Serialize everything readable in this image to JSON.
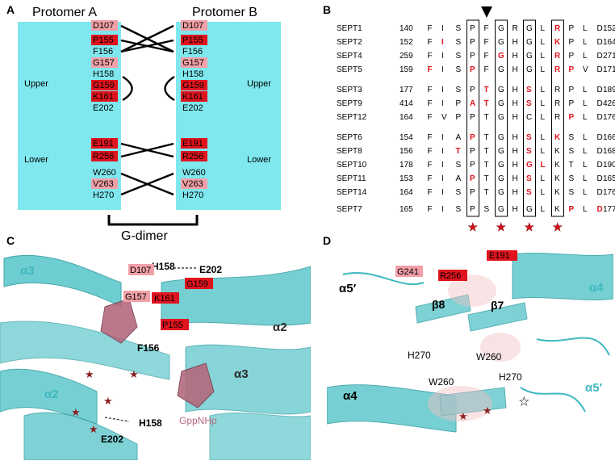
{
  "panels": {
    "A": {
      "letter": "A",
      "protomer_a": "Protomer A",
      "protomer_b": "Protomer B",
      "upper": "Upper",
      "lower": "Lower",
      "g_dimer": "G-dimer",
      "residues_a": [
        {
          "label": "D107",
          "style": "pink"
        },
        {
          "label": "P155",
          "style": "red"
        },
        {
          "label": "F156",
          "style": "plain"
        },
        {
          "label": "G157",
          "style": "pink"
        },
        {
          "label": "H158",
          "style": "plain"
        },
        {
          "label": "G159",
          "style": "red"
        },
        {
          "label": "K161",
          "style": "red"
        },
        {
          "label": "E202",
          "style": "plain"
        },
        {
          "label": "E191",
          "style": "red"
        },
        {
          "label": "R256",
          "style": "red"
        },
        {
          "label": "W260",
          "style": "plain"
        },
        {
          "label": "V263",
          "style": "pink"
        },
        {
          "label": "H270",
          "style": "plain"
        }
      ]
    },
    "B": {
      "letter": "B",
      "rows": [
        {
          "name": "SEPT1",
          "start": "140",
          "seq": [
            "F",
            "I",
            "S",
            "P",
            "F",
            "G",
            "R",
            "G",
            "L",
            "R",
            "P",
            "L",
            "D"
          ],
          "red": [
            9
          ],
          "end": "152"
        },
        {
          "name": "SEPT2",
          "start": "152",
          "seq": [
            "F",
            "I",
            "S",
            "P",
            "F",
            "G",
            "H",
            "G",
            "L",
            "K",
            "P",
            "L",
            "D"
          ],
          "red": [
            1,
            9
          ],
          "end": "164"
        },
        {
          "name": "SEPT4",
          "start": "259",
          "seq": [
            "F",
            "I",
            "S",
            "P",
            "F",
            "G",
            "H",
            "G",
            "L",
            "R",
            "P",
            "L",
            "D"
          ],
          "red": [
            5,
            9
          ],
          "end": "271"
        },
        {
          "name": "SEPT5",
          "start": "159",
          "seq": [
            "F",
            "I",
            "S",
            "P",
            "F",
            "G",
            "H",
            "G",
            "L",
            "R",
            "P",
            "V",
            "D"
          ],
          "red": [
            0,
            3,
            9,
            10
          ],
          "end": "171"
        },
        {
          "name": "SEPT3",
          "start": "177",
          "seq": [
            "F",
            "I",
            "S",
            "P",
            "T",
            "G",
            "H",
            "S",
            "L",
            "R",
            "P",
            "L",
            "D"
          ],
          "red": [
            4,
            7
          ],
          "end": "189"
        },
        {
          "name": "SEPT9",
          "start": "414",
          "seq": [
            "F",
            "I",
            "P",
            "A",
            "T",
            "G",
            "H",
            "S",
            "L",
            "R",
            "P",
            "L",
            "D"
          ],
          "red": [
            3,
            4,
            7
          ],
          "end": "426"
        },
        {
          "name": "SEPT12",
          "start": "164",
          "seq": [
            "F",
            "V",
            "P",
            "P",
            "T",
            "G",
            "H",
            "C",
            "L",
            "R",
            "P",
            "L",
            "D"
          ],
          "red": [
            10
          ],
          "end": "176"
        },
        {
          "name": "SEPT6",
          "start": "154",
          "seq": [
            "F",
            "I",
            "A",
            "P",
            "T",
            "G",
            "H",
            "S",
            "L",
            "K",
            "S",
            "L",
            "D"
          ],
          "red": [
            3,
            7,
            9
          ],
          "end": "166"
        },
        {
          "name": "SEPT8",
          "start": "156",
          "seq": [
            "F",
            "I",
            "T",
            "P",
            "T",
            "G",
            "H",
            "S",
            "L",
            "K",
            "S",
            "L",
            "D"
          ],
          "red": [
            2,
            7
          ],
          "end": "168"
        },
        {
          "name": "SEPT10",
          "start": "178",
          "seq": [
            "F",
            "I",
            "S",
            "P",
            "T",
            "G",
            "H",
            "G",
            "L",
            "K",
            "T",
            "L",
            "D"
          ],
          "red": [
            7,
            8
          ],
          "end": "190"
        },
        {
          "name": "SEPT11",
          "start": "153",
          "seq": [
            "F",
            "I",
            "A",
            "P",
            "T",
            "G",
            "H",
            "S",
            "L",
            "K",
            "S",
            "L",
            "D"
          ],
          "red": [
            3,
            7
          ],
          "end": "165"
        },
        {
          "name": "SEPT14",
          "start": "164",
          "seq": [
            "F",
            "I",
            "S",
            "P",
            "T",
            "G",
            "H",
            "S",
            "L",
            "K",
            "S",
            "L",
            "D"
          ],
          "red": [
            7
          ],
          "end": "176"
        },
        {
          "name": "SEPT7",
          "start": "165",
          "seq": [
            "F",
            "I",
            "S",
            "P",
            "S",
            "G",
            "H",
            "G",
            "L",
            "K",
            "P",
            "L",
            "D"
          ],
          "red": [
            10,
            12
          ],
          "end": "177"
        }
      ]
    },
    "C": {
      "letter": "C",
      "labels": {
        "a3_left": "α3",
        "a2_right": "α2",
        "a2_left": "α2",
        "a3_right": "α3",
        "h158_top": "H158",
        "e202_top": "E202",
        "d107": "D107",
        "g159": "G159",
        "g157": "G157",
        "k161": "K161",
        "p155": "P155",
        "f156": "F156",
        "h158_bottom": "H158",
        "e202_bottom": "E202",
        "gppnhp": "GppNHp"
      }
    },
    "D": {
      "letter": "D",
      "labels": {
        "e191": "E191",
        "g241": "G241",
        "r256": "R256",
        "a5p_left": "α5′",
        "a4_right": "α4",
        "b8": "β8",
        "b7": "β7",
        "h270_left": "H270",
        "w260_right": "W260",
        "h270_right": "H270",
        "w260_left": "W260",
        "a5p_right": "α5′",
        "a4_left": "α4"
      }
    }
  },
  "colors": {
    "cyan_bg": "#7fe8ee",
    "helix": "#5fc8cc",
    "red_box": "#e0141e",
    "pink_box": "#f2a0a8",
    "seq_red": "#e0141e",
    "ligand": "#b36a7e",
    "label_cyan": "#3fb8c0"
  }
}
